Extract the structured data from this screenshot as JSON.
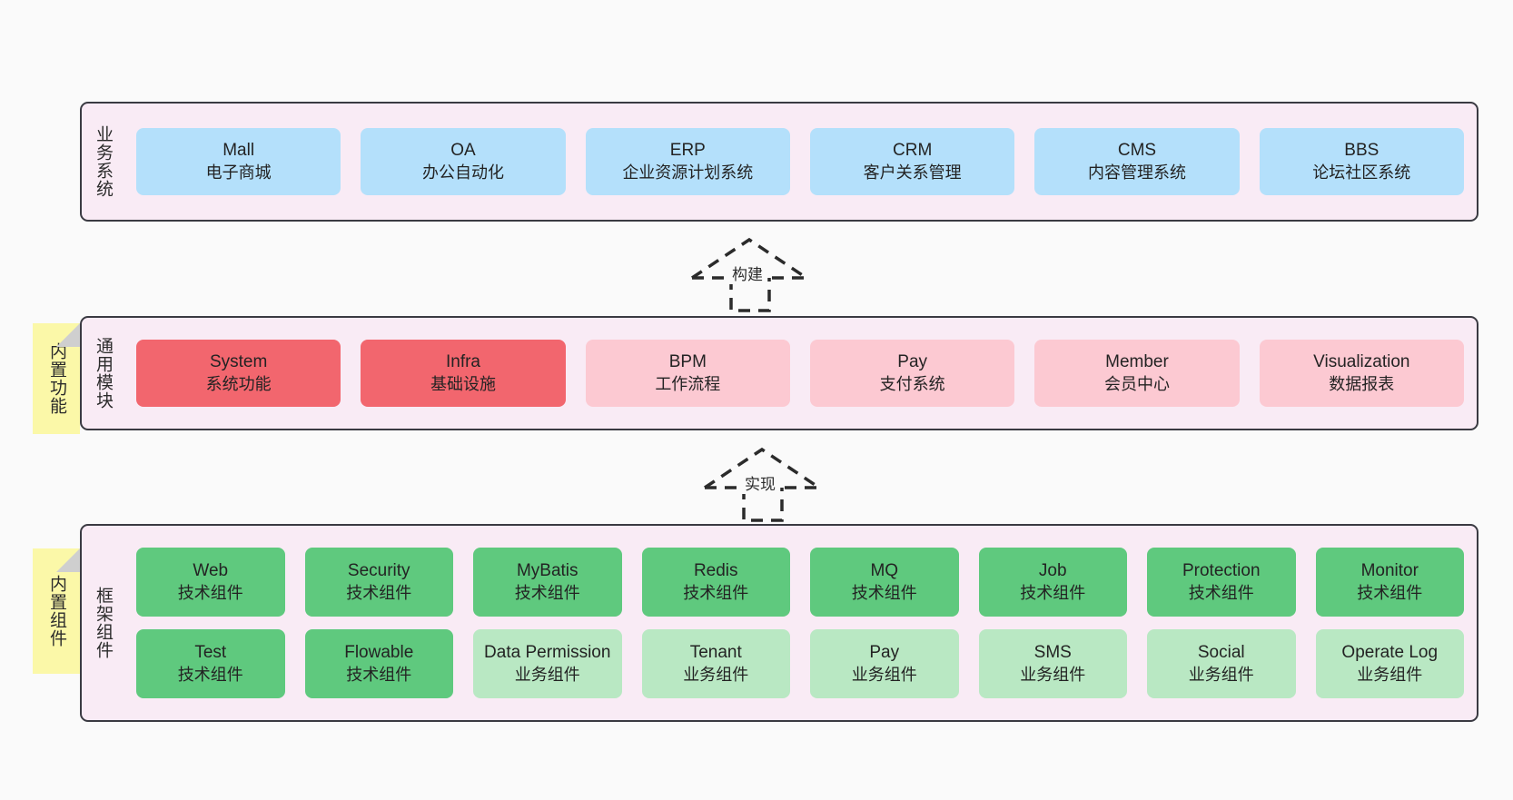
{
  "diagram": {
    "background": "#fafafa",
    "accent_border": "#3a3a42",
    "band_fill": "#f9ebf5",
    "note_fill": "#fbf8a8"
  },
  "notes": [
    {
      "label": "内置功能"
    },
    {
      "label": "内置组件"
    }
  ],
  "connectors": [
    {
      "label": "构建"
    },
    {
      "label": "实现"
    }
  ],
  "layers": [
    {
      "title": "业务系统",
      "rows": [
        {
          "cells": [
            {
              "name": "Mall",
              "sub": "电子商城",
              "color": "#b4e0fb"
            },
            {
              "name": "OA",
              "sub": "办公自动化",
              "color": "#b4e0fb"
            },
            {
              "name": "ERP",
              "sub": "企业资源计划系统",
              "color": "#b4e0fb"
            },
            {
              "name": "CRM",
              "sub": "客户关系管理",
              "color": "#b4e0fb"
            },
            {
              "name": "CMS",
              "sub": "内容管理系统",
              "color": "#b4e0fb"
            },
            {
              "name": "BBS",
              "sub": "论坛社区系统",
              "color": "#b4e0fb"
            }
          ]
        }
      ]
    },
    {
      "title": "通用模块",
      "rows": [
        {
          "cells": [
            {
              "name": "System",
              "sub": "系统功能",
              "color": "#f2666e"
            },
            {
              "name": "Infra",
              "sub": "基础设施",
              "color": "#f2666e"
            },
            {
              "name": "BPM",
              "sub": "工作流程",
              "color": "#fcc9d2"
            },
            {
              "name": "Pay",
              "sub": "支付系统",
              "color": "#fcc9d2"
            },
            {
              "name": "Member",
              "sub": "会员中心",
              "color": "#fcc9d2"
            },
            {
              "name": "Visualization",
              "sub": "数据报表",
              "color": "#fcc9d2"
            }
          ]
        }
      ]
    },
    {
      "title": "框架组件",
      "rows": [
        {
          "cells": [
            {
              "name": "Web",
              "sub": "技术组件",
              "color": "#5fc97e"
            },
            {
              "name": "Security",
              "sub": "技术组件",
              "color": "#5fc97e"
            },
            {
              "name": "MyBatis",
              "sub": "技术组件",
              "color": "#5fc97e"
            },
            {
              "name": "Redis",
              "sub": "技术组件",
              "color": "#5fc97e"
            },
            {
              "name": "MQ",
              "sub": "技术组件",
              "color": "#5fc97e"
            },
            {
              "name": "Job",
              "sub": "技术组件",
              "color": "#5fc97e"
            },
            {
              "name": "Protection",
              "sub": "技术组件",
              "color": "#5fc97e"
            },
            {
              "name": "Monitor",
              "sub": "技术组件",
              "color": "#5fc97e"
            }
          ]
        },
        {
          "cells": [
            {
              "name": "Test",
              "sub": "技术组件",
              "color": "#5fc97e"
            },
            {
              "name": "Flowable",
              "sub": "技术组件",
              "color": "#5fc97e"
            },
            {
              "name": "Data Permission",
              "sub": "业务组件",
              "color": "#b9e8c3"
            },
            {
              "name": "Tenant",
              "sub": "业务组件",
              "color": "#b9e8c3"
            },
            {
              "name": "Pay",
              "sub": "业务组件",
              "color": "#b9e8c3"
            },
            {
              "name": "SMS",
              "sub": "业务组件",
              "color": "#b9e8c3"
            },
            {
              "name": "Social",
              "sub": "业务组件",
              "color": "#b9e8c3"
            },
            {
              "name": "Operate Log",
              "sub": "业务组件",
              "color": "#b9e8c3"
            }
          ]
        }
      ]
    }
  ]
}
